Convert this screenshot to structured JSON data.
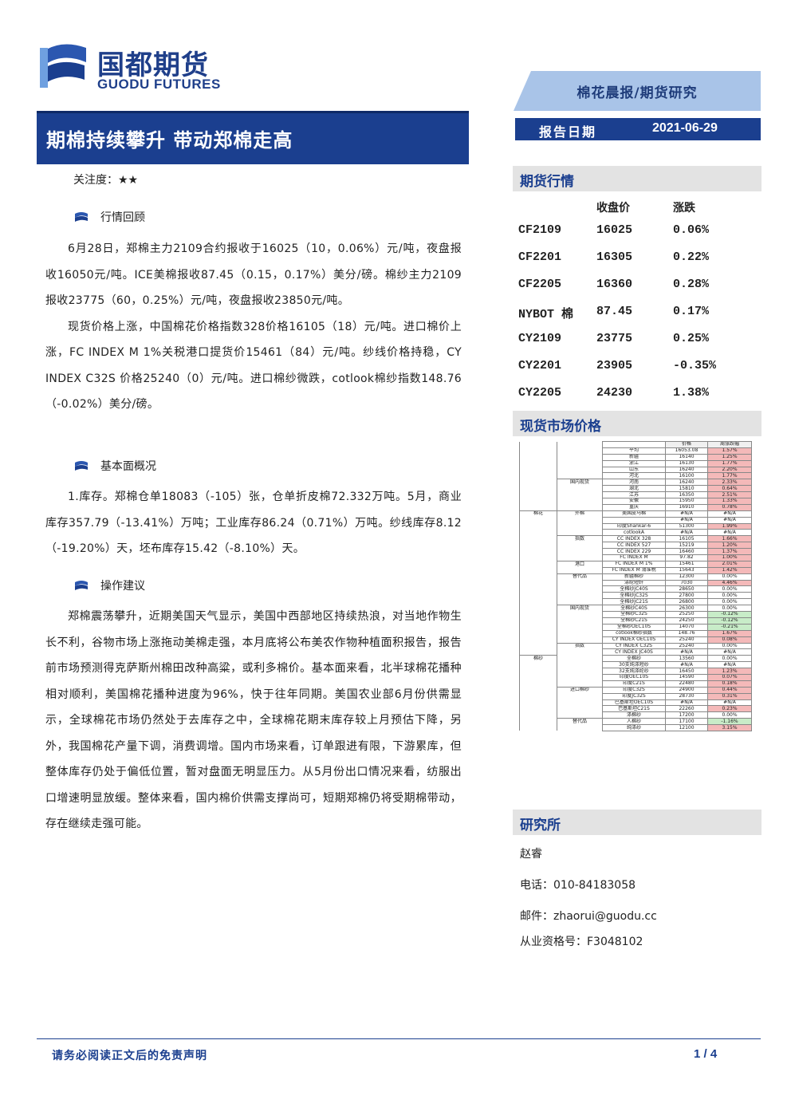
{
  "brand": {
    "name_cn": "国都期货",
    "name_en": "GUODU FUTURES"
  },
  "header": {
    "category": "棉花晨报/期货研究",
    "date_label": "报告日期",
    "date_value": "2021-06-29"
  },
  "title": "期棉持续攀升 带动郑棉走高",
  "attention": {
    "label": "关注度：",
    "stars": "★★"
  },
  "sections": [
    {
      "heading": "行情回顾",
      "paragraphs": [
        "6月28日，郑棉主力2109合约报收于16025（10，0.06%）元/吨，夜盘报收16050元/吨。ICE美棉报收87.45（0.15，0.17%）美分/磅。棉纱主力2109报收23775（60，0.25%）元/吨，夜盘报收23850元/吨。",
        "现货价格上涨，中国棉花价格指数328价格16105（18）元/吨。进口棉价上涨，FC INDEX M 1%关税港口提货价15461（84）元/吨。纱线价格持稳，CY INDEX C32S 价格25240（0）元/吨。进口棉纱微跌，cotlook棉纱指数148.76（-0.02%）美分/磅。"
      ]
    },
    {
      "heading": "基本面概况",
      "paragraphs": [
        "1.库存。郑棉仓单18083（-105）张，仓单折皮棉72.332万吨。5月，商业库存357.79（-13.41%）万吨；工业库存86.24（0.71%）万吨。纱线库存8.12（-19.20%）天，坯布库存15.42（-8.10%）天。"
      ]
    },
    {
      "heading": "操作建议",
      "paragraphs": [
        "郑棉震荡攀升，近期美国天气显示，美国中西部地区持续热浪，对当地作物生长不利，谷物市场上涨拖动美棉走强，本月底将公布美农作物种植面积报告，报告前市场预测得克萨斯州棉田改种高粱，或利多棉价。基本面来看，北半球棉花播种相对顺利，美国棉花播种进度为96%，快于往年同期。美国农业部6月份供需显示，全球棉花市场仍然处于去库存之中，全球棉花期末库存较上月预估下降，另外，我国棉花产量下调，消费调增。国内市场来看，订单跟进有限，下游累库，但整体库存仍处于偏低位置，暂对盘面无明显压力。从5月份出口情况来看，纺服出口增速明显放缓。整体来看，国内棉价供需支撑尚可，短期郑棉仍将受期棉带动，存在继续走强可能。"
      ]
    }
  ],
  "futures": {
    "heading": "期货行情",
    "col_close": "收盘价",
    "col_change": "涨跌",
    "rows": [
      {
        "name": "CF2109",
        "close": "16025",
        "change": "0.06%"
      },
      {
        "name": "CF2201",
        "close": "16305",
        "change": "0.22%"
      },
      {
        "name": "CF2205",
        "close": "16360",
        "change": "0.28%"
      },
      {
        "name": "NYBOT 棉",
        "close": "87.45",
        "change": "0.17%"
      },
      {
        "name": "CY2109",
        "close": "23775",
        "change": "0.25%"
      },
      {
        "name": "CY2201",
        "close": "23905",
        "change": "-0.35%"
      },
      {
        "name": "CY2205",
        "close": "24230",
        "change": "1.38%"
      }
    ]
  },
  "spot": {
    "heading": "现货市场价格",
    "col_price": "价格",
    "col_change": "周涨跌幅",
    "rows": [
      {
        "g1": "",
        "g2": "",
        "name": "",
        "price": "价格",
        "chg": "周涨跌幅",
        "s": "hd"
      },
      {
        "g1": "",
        "g2": "",
        "name": "平均",
        "price": "16053.08",
        "chg": "1.57%",
        "s": "pos"
      },
      {
        "g1": "",
        "g2": "",
        "name": "新疆",
        "price": "16140",
        "chg": "1.25%",
        "s": "pos"
      },
      {
        "g1": "",
        "g2": "",
        "name": "浙江",
        "price": "16130",
        "chg": "1.77%",
        "s": "pos"
      },
      {
        "g1": "",
        "g2": "",
        "name": "山东",
        "price": "16240",
        "chg": "2.20%",
        "s": "pos"
      },
      {
        "g1": "",
        "g2": "",
        "name": "河北",
        "price": "16100",
        "chg": "1.77%",
        "s": "pos"
      },
      {
        "g1": "",
        "g2": "国内现货",
        "name": "河南",
        "price": "16240",
        "chg": "2.33%",
        "s": "pos"
      },
      {
        "g1": "",
        "g2": "",
        "name": "湖北",
        "price": "15810",
        "chg": "0.64%",
        "s": "pos"
      },
      {
        "g1": "",
        "g2": "",
        "name": "江苏",
        "price": "16350",
        "chg": "2.51%",
        "s": "pos"
      },
      {
        "g1": "",
        "g2": "",
        "name": "安徽",
        "price": "15950",
        "chg": "1.33%",
        "s": "pos"
      },
      {
        "g1": "",
        "g2": "",
        "name": "重庆",
        "price": "16910",
        "chg": "0.78%",
        "s": "pos"
      },
      {
        "g1": "棉花",
        "g2": "外棉",
        "name": "美国皮马棉",
        "price": "#N/A",
        "chg": "#N/A",
        "s": "zero"
      },
      {
        "g1": "",
        "g2": "",
        "name": "",
        "price": "#N/A",
        "chg": "#N/A",
        "s": "zero"
      },
      {
        "g1": "",
        "g2": "",
        "name": "印度Shankar-6",
        "price": "51300",
        "chg": "1.99%",
        "s": "pos"
      },
      {
        "g1": "",
        "g2": "",
        "name": "cotlookA",
        "price": "#N/A",
        "chg": "#N/A",
        "s": "zero"
      },
      {
        "g1": "",
        "g2": "指数",
        "name": "CC INDEX 328",
        "price": "16105",
        "chg": "1.66%",
        "s": "pos"
      },
      {
        "g1": "",
        "g2": "",
        "name": "CC INDEX 527",
        "price": "15219",
        "chg": "1.20%",
        "s": "pos"
      },
      {
        "g1": "",
        "g2": "",
        "name": "CC INDEX 229",
        "price": "16460",
        "chg": "1.37%",
        "s": "pos"
      },
      {
        "g1": "",
        "g2": "",
        "name": "FC INDEX M",
        "price": "97.82",
        "chg": "1.00%",
        "s": "pos"
      },
      {
        "g1": "",
        "g2": "港口",
        "name": "FC INDEX M 1%",
        "price": "15461",
        "chg": "2.01%",
        "s": "pos"
      },
      {
        "g1": "",
        "g2": "",
        "name": "FC INDEX M 滑准税",
        "price": "15643",
        "chg": "1.42%",
        "s": "pos"
      },
      {
        "g1": "",
        "g2": "替代品",
        "name": "新疆棉纱",
        "price": "12300",
        "chg": "0.00%",
        "s": "zero"
      },
      {
        "g1": "",
        "g2": "",
        "name": "涤纶短纤",
        "price": "7030",
        "chg": "4.46%",
        "s": "pos"
      },
      {
        "g1": "",
        "g2": "",
        "name": "全棉纱JC40S",
        "price": "28650",
        "chg": "0.00%",
        "s": "zero"
      },
      {
        "g1": "",
        "g2": "",
        "name": "全棉纱JC32S",
        "price": "27800",
        "chg": "0.00%",
        "s": "zero"
      },
      {
        "g1": "",
        "g2": "",
        "name": "全棉纱JC21S",
        "price": "26800",
        "chg": "0.00%",
        "s": "zero"
      },
      {
        "g1": "",
        "g2": "国内现货",
        "name": "全棉纱C40S",
        "price": "26300",
        "chg": "0.00%",
        "s": "zero"
      },
      {
        "g1": "",
        "g2": "",
        "name": "全棉纱C32S",
        "price": "25250",
        "chg": "-0.12%",
        "s": "neg"
      },
      {
        "g1": "",
        "g2": "",
        "name": "全棉纱C21S",
        "price": "24250",
        "chg": "-0.12%",
        "s": "neg"
      },
      {
        "g1": "",
        "g2": "",
        "name": "全棉纱OEC10S",
        "price": "14070",
        "chg": "-0.21%",
        "s": "neg"
      },
      {
        "g1": "",
        "g2": "",
        "name": "cotlook棉纱指数",
        "price": "148.76",
        "chg": "1.67%",
        "s": "pos"
      },
      {
        "g1": "",
        "g2": "",
        "name": "CY INDEX OEC10S",
        "price": "25240",
        "chg": "0.08%",
        "s": "pos"
      },
      {
        "g1": "",
        "g2": "指数",
        "name": "CY INDEX C32S",
        "price": "25240",
        "chg": "0.00%",
        "s": "zero"
      },
      {
        "g1": "",
        "g2": "",
        "name": "CY INDEX JC40S",
        "price": "#N/A",
        "chg": "#N/A",
        "s": "zero"
      },
      {
        "g1": "棉纱",
        "g2": "",
        "name": "全棉纱",
        "price": "13560",
        "chg": "0.00%",
        "s": "zero"
      },
      {
        "g1": "",
        "g2": "",
        "name": "30支纯涤短纱",
        "price": "#N/A",
        "chg": "#N/A",
        "s": "zero"
      },
      {
        "g1": "",
        "g2": "",
        "name": "32支纯涤纶纱",
        "price": "16450",
        "chg": "1.23%",
        "s": "pos"
      },
      {
        "g1": "",
        "g2": "",
        "name": "印度OEC10S",
        "price": "14590",
        "chg": "0.07%",
        "s": "pos"
      },
      {
        "g1": "",
        "g2": "",
        "name": "印度C21S",
        "price": "22480",
        "chg": "0.18%",
        "s": "pos"
      },
      {
        "g1": "",
        "g2": "进口棉纱",
        "name": "印度C32S",
        "price": "24900",
        "chg": "0.44%",
        "s": "pos"
      },
      {
        "g1": "",
        "g2": "",
        "name": "印度JC32S",
        "price": "28730",
        "chg": "0.31%",
        "s": "pos"
      },
      {
        "g1": "",
        "g2": "",
        "name": "巴基斯坦OEC10S",
        "price": "#N/A",
        "chg": "#N/A",
        "s": "zero"
      },
      {
        "g1": "",
        "g2": "",
        "name": "巴基斯坦C21S",
        "price": "22260",
        "chg": "0.23%",
        "s": "pos"
      },
      {
        "g1": "",
        "g2": "",
        "name": "涤棉纱",
        "price": "17200",
        "chg": "0.00%",
        "s": "zero"
      },
      {
        "g1": "",
        "g2": "替代品",
        "name": "人棉纱",
        "price": "17100",
        "chg": "-1.16%",
        "s": "neg"
      },
      {
        "g1": "",
        "g2": "",
        "name": "纯涤纱",
        "price": "12100",
        "chg": "3.15%",
        "s": "pos"
      }
    ]
  },
  "research": {
    "heading": "研究所",
    "name": "赵睿",
    "phone": "电话：010-84183058",
    "email": "邮件：zhaorui@guodu.cc",
    "license": "从业资格号：F3048102"
  },
  "footer": {
    "disclaimer": "请务必阅读正文后的免责声明",
    "page": "1 / 4"
  }
}
